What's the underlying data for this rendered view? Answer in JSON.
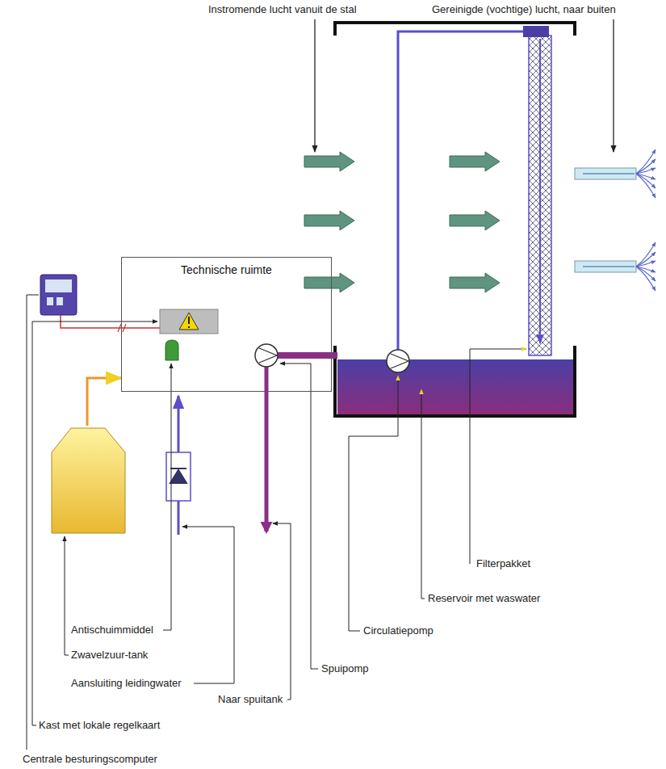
{
  "diagram": {
    "nodes": [
      {
        "text": [
          "Technische ruimte"
        ]
      }
    ],
    "labels": [
      "Instromende lucht vanuit de stal",
      "Gereinigde (vochtige) lucht, naar buiten",
      "Filterpakket",
      "Reservoir met waswater",
      "Circulatiepomp",
      "Spuipomp",
      "Naar spuitank",
      "Antischuimmiddel",
      "Zwavelzuur-tank",
      "Aansluiting leidingwater",
      "Kast met lokale regelkaart",
      "Centrale besturingscomputer"
    ]
  }
}
